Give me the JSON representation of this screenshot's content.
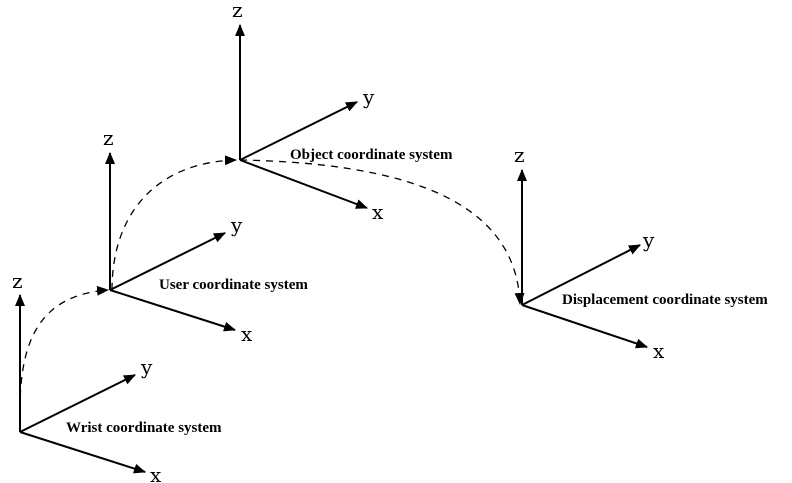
{
  "axis_labels": {
    "x": "x",
    "y": "y",
    "z": "z"
  },
  "frames": [
    {
      "id": "wrist",
      "label": "Wrist coordinate system"
    },
    {
      "id": "user",
      "label": "User coordinate system"
    },
    {
      "id": "object",
      "label": "Object coordinate system"
    },
    {
      "id": "displacement",
      "label": "Displacement coordinate system"
    }
  ],
  "colors": {
    "stroke": "#000000",
    "background": "#ffffff"
  }
}
